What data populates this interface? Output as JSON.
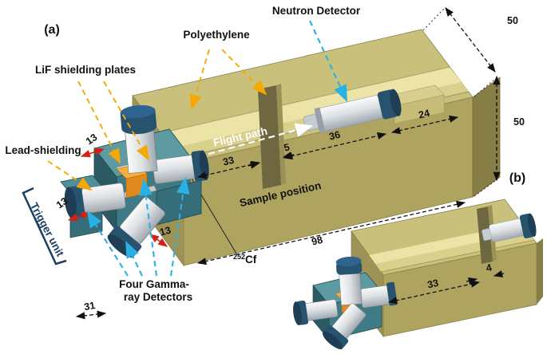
{
  "figure": {
    "panel_a_label": "(a)",
    "panel_b_label": "(b)"
  },
  "labels": {
    "neutron_detector": "Neutron Detector",
    "polyethylene": "Polyethylene",
    "lif_plates": "LiF shielding plates",
    "lead_shielding": "Lead-shielding",
    "trigger_unit": "Trigger unit",
    "gamma_line1": "Four Gamma-",
    "gamma_line2": "ray Detectors",
    "flight_path": "Flight path",
    "sample_position": "Sample position",
    "cf_superscript": "252",
    "cf_symbol": "Cf"
  },
  "dims_a": {
    "depth": "50",
    "height": "50",
    "seg24": "24",
    "seg36": "36",
    "seg5": "5",
    "seg33": "33",
    "length": "98",
    "dia1": "13",
    "dia2": "13",
    "dia3": "13",
    "det_len": "31"
  },
  "dims_b": {
    "seg33": "33",
    "slot": "4"
  },
  "colors": {
    "poly_top": "#c9c07c",
    "poly_front": "#aea45f",
    "channel_floor": "#ece3a6",
    "teal_front": "#3e7b85",
    "detector_cap_blue": "#27536f",
    "source_orange": "#e08a1e",
    "arrow_orange": "#f5a800",
    "arrow_cyan": "#29b1e6",
    "arrow_red": "#d42110",
    "trigger_blue": "#1b3f63"
  }
}
